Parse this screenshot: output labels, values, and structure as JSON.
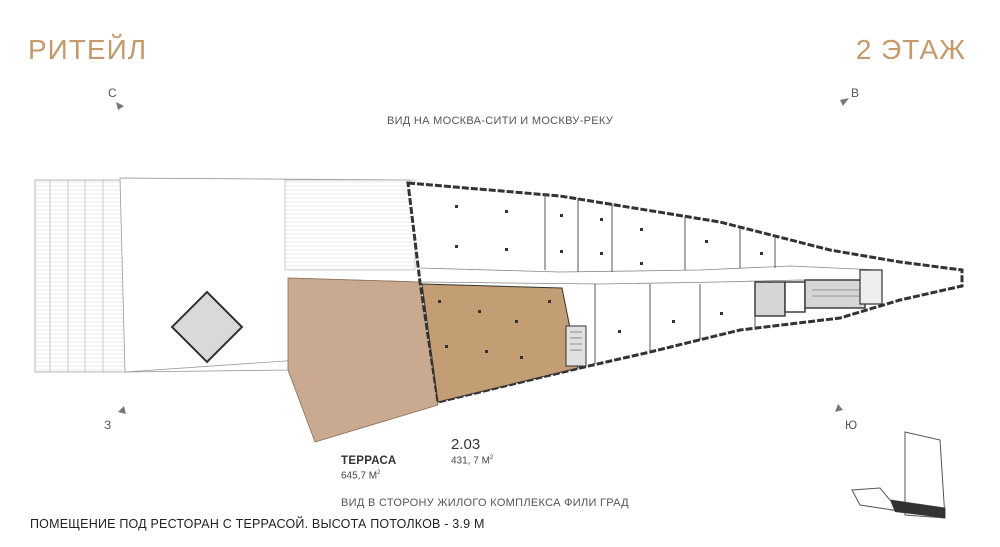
{
  "header": {
    "title_left": "РИТЕЙЛ",
    "title_right": "2 ЭТАЖ"
  },
  "compass": {
    "north": "С",
    "east": "В",
    "west": "З",
    "south": "Ю"
  },
  "views": {
    "top": "ВИД НА МОСКВА-СИТИ И МОСКВУ-РЕКУ",
    "bottom": "ВИД В СТОРОНУ ЖИЛОГО КОМПЛЕКСА ФИЛИ ГРАД"
  },
  "rooms": {
    "terrace": {
      "name": "ТЕРРАСА",
      "area": "645,7 М",
      "unit_sup": "2"
    },
    "unit": {
      "number": "2.03",
      "area": "431, 7 М",
      "unit_sup": "2"
    }
  },
  "footer": "ПОМЕЩЕНИЕ ПОД РЕСТОРАН С ТЕРРАСОЙ. ВЫСОТА ПОТОЛКОВ - 3.9 М",
  "colors": {
    "accent": "#c49a6c",
    "terrace_fill": "#c9a98f",
    "unit_fill": "#c39d74"
  }
}
